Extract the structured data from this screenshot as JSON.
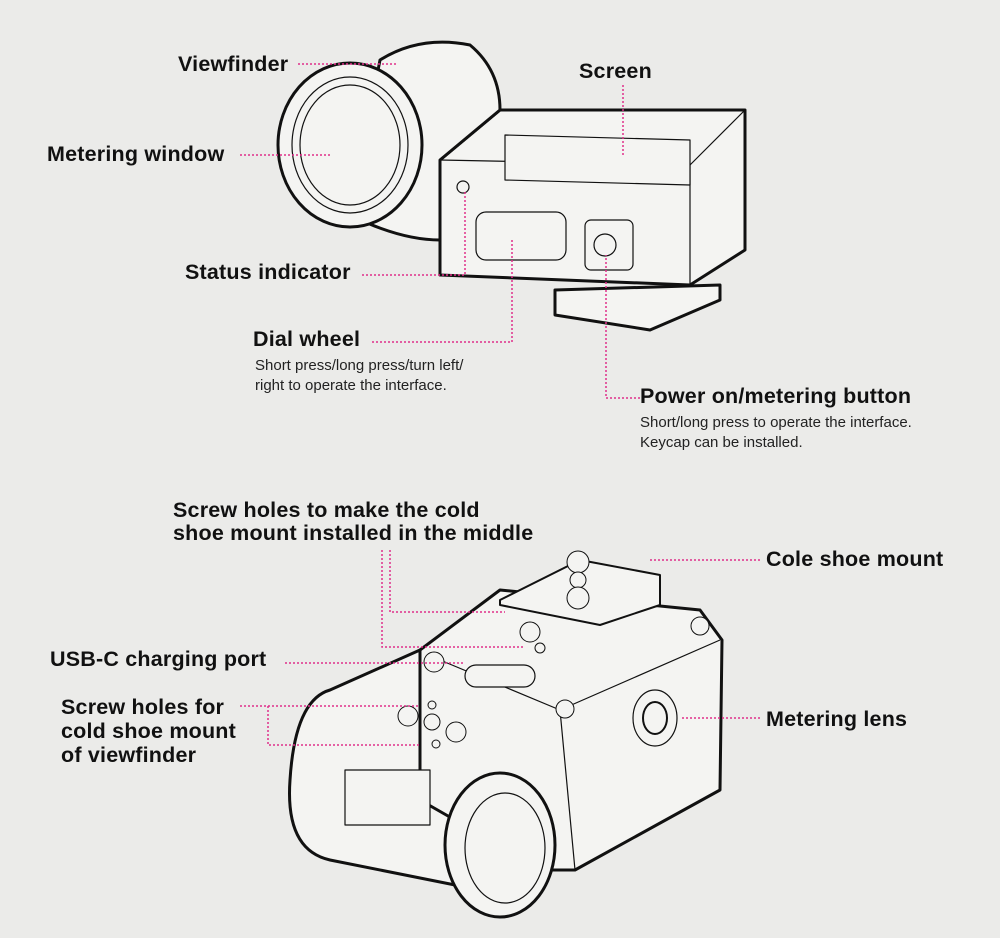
{
  "colors": {
    "background": "#ebebe9",
    "leader_line": "#e0308a",
    "outline": "#111111"
  },
  "top_view": {
    "viewfinder": {
      "label": "Viewfinder"
    },
    "screen": {
      "label": "Screen"
    },
    "metering_window": {
      "label": "Metering window"
    },
    "status_indicator": {
      "label": "Status indicator"
    },
    "dial_wheel": {
      "label": "Dial wheel",
      "desc_lines": [
        "Short press/long press/turn left/",
        "right to operate the interface."
      ]
    },
    "power_button": {
      "label": "Power on/metering button",
      "desc_lines": [
        "Short/long press to operate the interface.",
        "Keycap can be installed."
      ]
    }
  },
  "bottom_view": {
    "middle_screw_holes": {
      "label_lines": [
        "Screw holes to make the cold",
        "shoe mount installed in the middle"
      ]
    },
    "cold_shoe_mount": {
      "label": "Cole shoe mount"
    },
    "usbc_port": {
      "label": "USB-C charging port"
    },
    "viewfinder_screw_holes": {
      "label_lines": [
        "Screw holes for",
        "cold shoe mount",
        "of viewfinder"
      ]
    },
    "metering_lens": {
      "label": "Metering lens"
    }
  }
}
